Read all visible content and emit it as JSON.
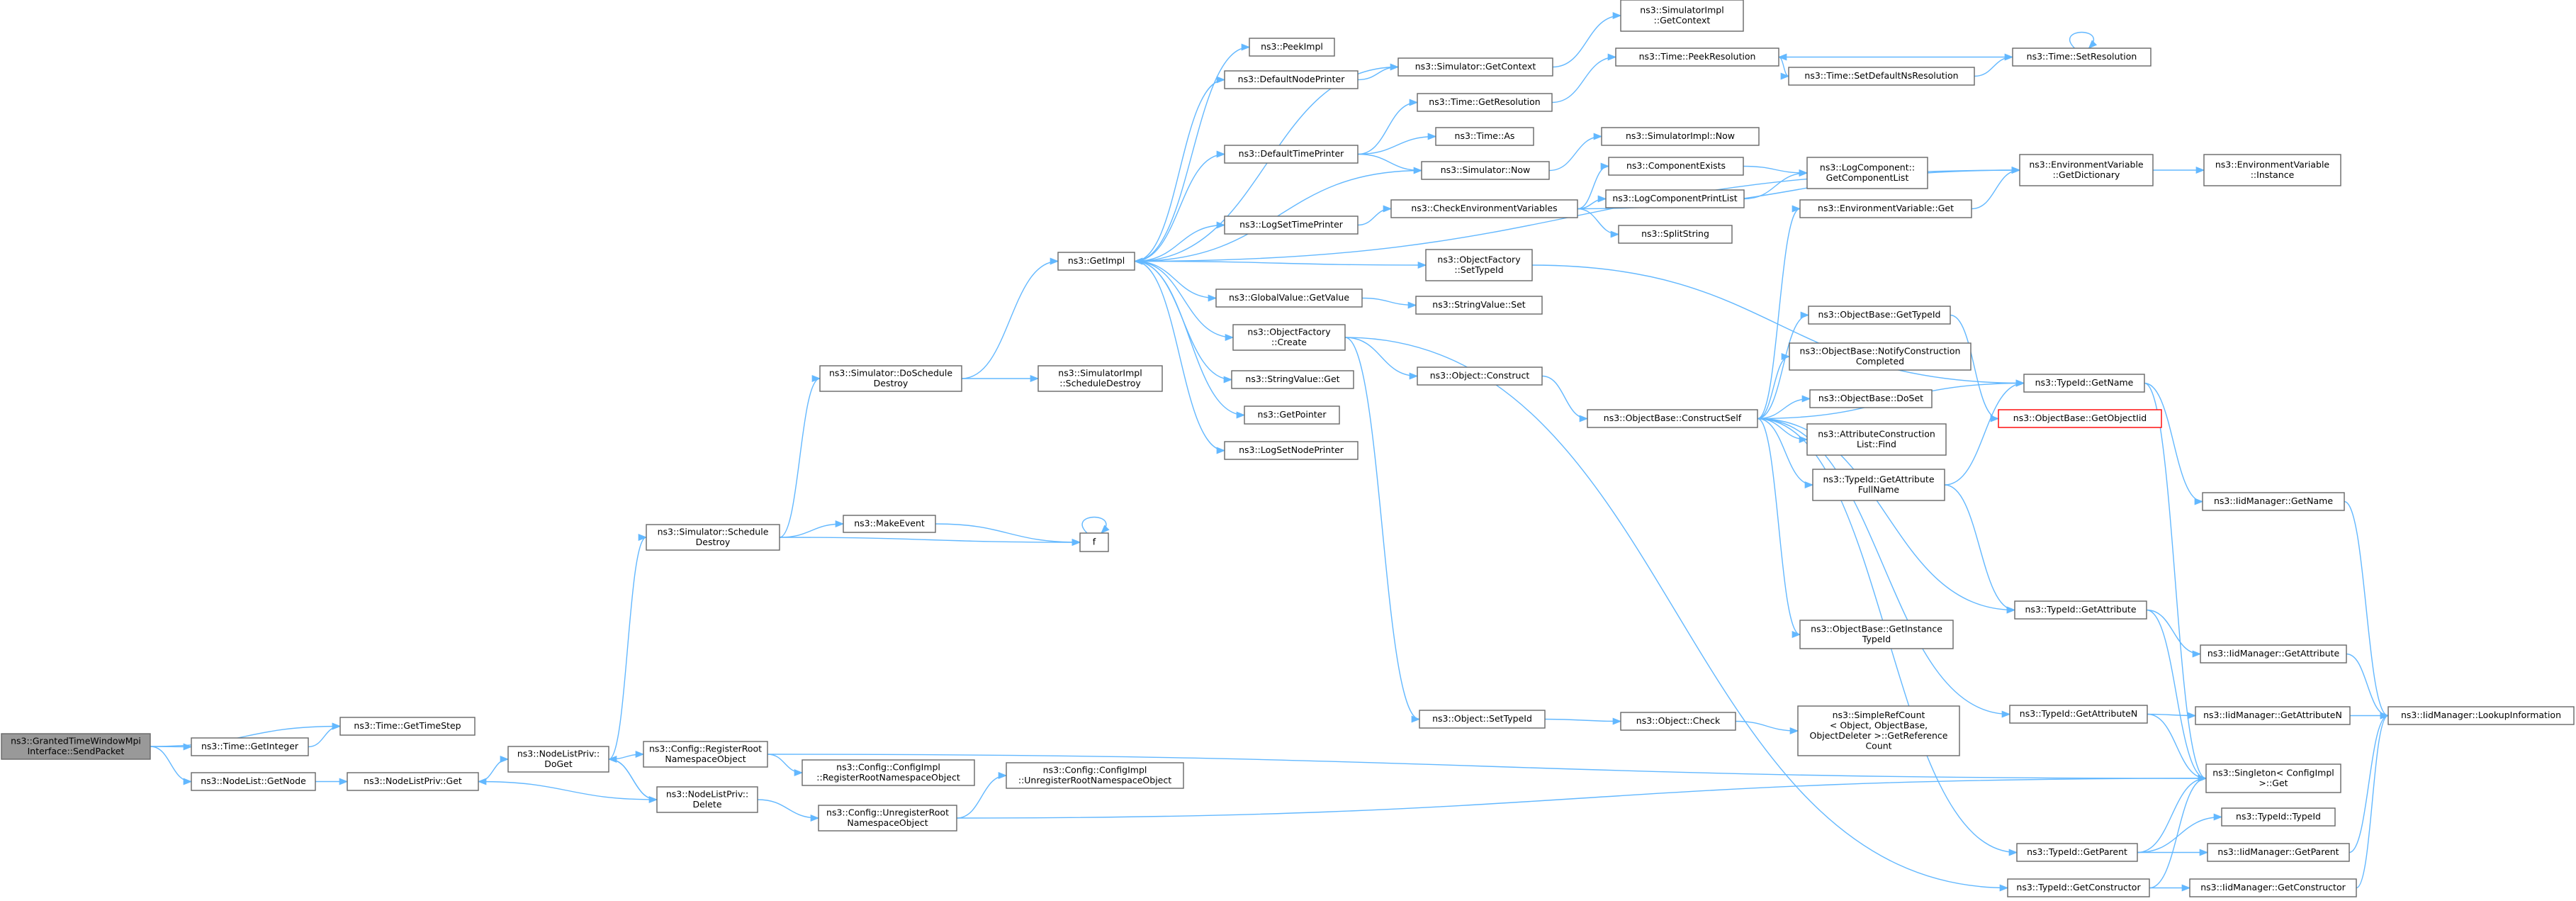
{
  "graph": {
    "edge_color": "#63b8ff",
    "node_border_color": "#666666",
    "root_fill_color": "#999999",
    "highlight_border_color": "#ff0000",
    "nodes": [
      {
        "id": "root",
        "lines": [
          "ns3::GrantedTimeWindowMpi",
          "Interface::SendPacket"
        ],
        "style": "root"
      },
      {
        "id": "time_getinteger",
        "lines": [
          "ns3::Time::GetInteger"
        ]
      },
      {
        "id": "time_gettimestep",
        "lines": [
          "ns3::Time::GetTimeStep"
        ]
      },
      {
        "id": "nodelist_getnode",
        "lines": [
          "ns3::NodeList::GetNode"
        ]
      },
      {
        "id": "nodelistpriv_get",
        "lines": [
          "ns3::NodeListPriv::Get"
        ]
      },
      {
        "id": "nodelistpriv_doget",
        "lines": [
          "ns3::NodeListPriv::",
          "DoGet"
        ]
      },
      {
        "id": "nodelistpriv_delete",
        "lines": [
          "ns3::NodeListPriv::",
          "Delete"
        ]
      },
      {
        "id": "simulator_scheduledestroy",
        "lines": [
          "ns3::Simulator::Schedule",
          "Destroy"
        ]
      },
      {
        "id": "config_registerroot",
        "lines": [
          "ns3::Config::RegisterRoot",
          "NamespaceObject"
        ]
      },
      {
        "id": "configimpl_registerroot",
        "lines": [
          "ns3::Config::ConfigImpl",
          "::RegisterRootNamespaceObject"
        ]
      },
      {
        "id": "config_unregisterroot",
        "lines": [
          "ns3::Config::UnregisterRoot",
          "NamespaceObject"
        ]
      },
      {
        "id": "configimpl_unregisterroot",
        "lines": [
          "ns3::Config::ConfigImpl",
          "::UnregisterRootNamespaceObject"
        ]
      },
      {
        "id": "simulator_doscheduledestroy",
        "lines": [
          "ns3::Simulator::DoSchedule",
          "Destroy"
        ]
      },
      {
        "id": "makeevent",
        "lines": [
          "ns3::MakeEvent"
        ]
      },
      {
        "id": "f",
        "lines": [
          "f"
        ]
      },
      {
        "id": "simimpl_scheduledestroy",
        "lines": [
          "ns3::SimulatorImpl",
          "::ScheduleDestroy"
        ]
      },
      {
        "id": "getimpl",
        "lines": [
          "ns3::GetImpl"
        ]
      },
      {
        "id": "peekimpl",
        "lines": [
          "ns3::PeekImpl"
        ]
      },
      {
        "id": "defaultnodeprinter",
        "lines": [
          "ns3::DefaultNodePrinter"
        ]
      },
      {
        "id": "defaulttimeprinter",
        "lines": [
          "ns3::DefaultTimePrinter"
        ]
      },
      {
        "id": "logsettimeprinter",
        "lines": [
          "ns3::LogSetTimePrinter"
        ]
      },
      {
        "id": "globalvalue_getvalue",
        "lines": [
          "ns3::GlobalValue::GetValue"
        ]
      },
      {
        "id": "objectfactory_create",
        "lines": [
          "ns3::ObjectFactory",
          "::Create"
        ]
      },
      {
        "id": "stringvalue_get",
        "lines": [
          "ns3::StringValue::Get"
        ]
      },
      {
        "id": "getpointer",
        "lines": [
          "ns3::GetPointer"
        ]
      },
      {
        "id": "logsetnodeprinter",
        "lines": [
          "ns3::LogSetNodePrinter"
        ]
      },
      {
        "id": "simulator_getcontext",
        "lines": [
          "ns3::Simulator::GetContext"
        ]
      },
      {
        "id": "simimpl_getcontext",
        "lines": [
          "ns3::SimulatorImpl",
          "::GetContext"
        ]
      },
      {
        "id": "time_getresolution",
        "lines": [
          "ns3::Time::GetResolution"
        ]
      },
      {
        "id": "time_as",
        "lines": [
          "ns3::Time::As"
        ]
      },
      {
        "id": "simulator_now",
        "lines": [
          "ns3::Simulator::Now"
        ]
      },
      {
        "id": "simimpl_now",
        "lines": [
          "ns3::SimulatorImpl::Now"
        ]
      },
      {
        "id": "time_peekresolution",
        "lines": [
          "ns3::Time::PeekResolution"
        ]
      },
      {
        "id": "time_setdefaultnsresolution",
        "lines": [
          "ns3::Time::SetDefaultNsResolution"
        ]
      },
      {
        "id": "time_setresolution",
        "lines": [
          "ns3::Time::SetResolution"
        ]
      },
      {
        "id": "checkenvvars",
        "lines": [
          "ns3::CheckEnvironmentVariables"
        ]
      },
      {
        "id": "componentexists",
        "lines": [
          "ns3::ComponentExists"
        ]
      },
      {
        "id": "logcomponentprintlist",
        "lines": [
          "ns3::LogComponentPrintList"
        ]
      },
      {
        "id": "splitstring",
        "lines": [
          "ns3::SplitString"
        ]
      },
      {
        "id": "logcomponent_getcomponentlist",
        "lines": [
          "ns3::LogComponent::",
          "GetComponentList"
        ]
      },
      {
        "id": "envvar_getdictionary",
        "lines": [
          "ns3::EnvironmentVariable",
          "::GetDictionary"
        ]
      },
      {
        "id": "envvar_instance",
        "lines": [
          "ns3::EnvironmentVariable",
          "::Instance"
        ]
      },
      {
        "id": "envvar_get",
        "lines": [
          "ns3::EnvironmentVariable::Get"
        ]
      },
      {
        "id": "objectfactory_settypeid",
        "lines": [
          "ns3::ObjectFactory",
          "::SetTypeId"
        ]
      },
      {
        "id": "stringvalue_set",
        "lines": [
          "ns3::StringValue::Set"
        ]
      },
      {
        "id": "object_construct",
        "lines": [
          "ns3::Object::Construct"
        ]
      },
      {
        "id": "objectbase_constructself",
        "lines": [
          "ns3::ObjectBase::ConstructSelf"
        ]
      },
      {
        "id": "objectbase_gettypeid",
        "lines": [
          "ns3::ObjectBase::GetTypeId"
        ]
      },
      {
        "id": "objectbase_notifyconstructioncompleted",
        "lines": [
          "ns3::ObjectBase::NotifyConstruction",
          "Completed"
        ]
      },
      {
        "id": "objectbase_doset",
        "lines": [
          "ns3::ObjectBase::DoSet"
        ]
      },
      {
        "id": "attributeconstructionlist_find",
        "lines": [
          "ns3::AttributeConstruction",
          "List::Find"
        ]
      },
      {
        "id": "typeid_getattributefullname",
        "lines": [
          "ns3::TypeId::GetAttribute",
          "FullName"
        ]
      },
      {
        "id": "objectbase_getinstancetypeid",
        "lines": [
          "ns3::ObjectBase::GetInstance",
          "TypeId"
        ]
      },
      {
        "id": "typeid_getname",
        "lines": [
          "ns3::TypeId::GetName"
        ]
      },
      {
        "id": "objectbase_getobjectiid",
        "lines": [
          "ns3::ObjectBase::GetObjectIid"
        ],
        "style": "red"
      },
      {
        "id": "iidmanager_getname",
        "lines": [
          "ns3::IidManager::GetName"
        ]
      },
      {
        "id": "typeid_getattribute",
        "lines": [
          "ns3::TypeId::GetAttribute"
        ]
      },
      {
        "id": "iidmanager_getattribute",
        "lines": [
          "ns3::IidManager::GetAttribute"
        ]
      },
      {
        "id": "typeid_getattributen",
        "lines": [
          "ns3::TypeId::GetAttributeN"
        ]
      },
      {
        "id": "iidmanager_getattributen",
        "lines": [
          "ns3::IidManager::GetAttributeN"
        ]
      },
      {
        "id": "iidmanager_lookupinformation",
        "lines": [
          "ns3::IidManager::LookupInformation"
        ]
      },
      {
        "id": "singleton_get",
        "lines": [
          "ns3::Singleton< ConfigImpl",
          " >::Get"
        ]
      },
      {
        "id": "object_settypeid",
        "lines": [
          "ns3::Object::SetTypeId"
        ]
      },
      {
        "id": "object_check",
        "lines": [
          "ns3::Object::Check"
        ]
      },
      {
        "id": "simplerefcount",
        "lines": [
          "ns3::SimpleRefCount",
          "< Object, ObjectBase,",
          "ObjectDeleter >::GetReference",
          "Count"
        ]
      },
      {
        "id": "typeid_typeid",
        "lines": [
          "ns3::TypeId::TypeId"
        ]
      },
      {
        "id": "typeid_getparent",
        "lines": [
          "ns3::TypeId::GetParent"
        ]
      },
      {
        "id": "iidmanager_getparent",
        "lines": [
          "ns3::IidManager::GetParent"
        ]
      },
      {
        "id": "typeid_getconstructor",
        "lines": [
          "ns3::TypeId::GetConstructor"
        ]
      },
      {
        "id": "iidmanager_getconstructor",
        "lines": [
          "ns3::IidManager::GetConstructor"
        ]
      }
    ],
    "edges": [
      [
        "root",
        "time_getinteger"
      ],
      [
        "root",
        "time_gettimestep"
      ],
      [
        "root",
        "nodelist_getnode"
      ],
      [
        "time_getinteger",
        "time_gettimestep"
      ],
      [
        "nodelist_getnode",
        "nodelistpriv_get"
      ],
      [
        "nodelistpriv_get",
        "nodelistpriv_doget"
      ],
      [
        "nodelistpriv_doget",
        "simulator_scheduledestroy"
      ],
      [
        "nodelistpriv_doget",
        "config_registerroot"
      ],
      [
        "nodelistpriv_doget",
        "nodelistpriv_delete"
      ],
      [
        "nodelistpriv_delete",
        "nodelistpriv_doget"
      ],
      [
        "nodelistpriv_delete",
        "nodelistpriv_get"
      ],
      [
        "nodelistpriv_delete",
        "config_unregisterroot"
      ],
      [
        "config_registerroot",
        "configimpl_registerroot"
      ],
      [
        "config_registerroot",
        "singleton_get"
      ],
      [
        "config_unregisterroot",
        "configimpl_unregisterroot"
      ],
      [
        "config_unregisterroot",
        "singleton_get"
      ],
      [
        "simulator_scheduledestroy",
        "simulator_doscheduledestroy"
      ],
      [
        "simulator_scheduledestroy",
        "makeevent"
      ],
      [
        "simulator_scheduledestroy",
        "f"
      ],
      [
        "makeevent",
        "f"
      ],
      [
        "f",
        "f"
      ],
      [
        "simulator_doscheduledestroy",
        "getimpl"
      ],
      [
        "simulator_doscheduledestroy",
        "simimpl_scheduledestroy"
      ],
      [
        "getimpl",
        "peekimpl"
      ],
      [
        "getimpl",
        "defaultnodeprinter"
      ],
      [
        "getimpl",
        "defaulttimeprinter"
      ],
      [
        "getimpl",
        "logsettimeprinter"
      ],
      [
        "getimpl",
        "objectfactory_settypeid"
      ],
      [
        "getimpl",
        "globalvalue_getvalue"
      ],
      [
        "getimpl",
        "objectfactory_create"
      ],
      [
        "getimpl",
        "stringvalue_get"
      ],
      [
        "getimpl",
        "getpointer"
      ],
      [
        "getimpl",
        "logsetnodeprinter"
      ],
      [
        "getimpl",
        "envvar_getdictionary"
      ],
      [
        "defaultnodeprinter",
        "simulator_getcontext"
      ],
      [
        "defaulttimeprinter",
        "time_getresolution"
      ],
      [
        "defaulttimeprinter",
        "time_as"
      ],
      [
        "defaulttimeprinter",
        "simulator_now"
      ],
      [
        "simulator_getcontext",
        "simimpl_getcontext"
      ],
      [
        "simulator_getcontext",
        "getimpl"
      ],
      [
        "simulator_now",
        "simimpl_now"
      ],
      [
        "simulator_now",
        "getimpl"
      ],
      [
        "time_getresolution",
        "time_peekresolution"
      ],
      [
        "time_peekresolution",
        "time_setdefaultnsresolution"
      ],
      [
        "time_setdefaultnsresolution",
        "time_setresolution"
      ],
      [
        "time_setresolution",
        "time_peekresolution"
      ],
      [
        "time_setresolution",
        "time_setresolution"
      ],
      [
        "logsettimeprinter",
        "checkenvvars"
      ],
      [
        "checkenvvars",
        "componentexists"
      ],
      [
        "checkenvvars",
        "logcomponentprintlist"
      ],
      [
        "checkenvvars",
        "splitstring"
      ],
      [
        "checkenvvars",
        "envvar_getdictionary"
      ],
      [
        "componentexists",
        "logcomponent_getcomponentlist"
      ],
      [
        "logcomponentprintlist",
        "logcomponent_getcomponentlist"
      ],
      [
        "envvar_getdictionary",
        "envvar_instance"
      ],
      [
        "globalvalue_getvalue",
        "stringvalue_set"
      ],
      [
        "objectfactory_create",
        "object_construct"
      ],
      [
        "objectfactory_create",
        "object_settypeid"
      ],
      [
        "objectfactory_create",
        "typeid_getconstructor"
      ],
      [
        "objectfactory_settypeid",
        "typeid_getname"
      ],
      [
        "object_construct",
        "objectbase_constructself"
      ],
      [
        "objectbase_constructself",
        "envvar_get"
      ],
      [
        "objectbase_constructself",
        "objectbase_gettypeid"
      ],
      [
        "objectbase_constructself",
        "objectbase_notifyconstructioncompleted"
      ],
      [
        "objectbase_constructself",
        "objectbase_doset"
      ],
      [
        "objectbase_constructself",
        "attributeconstructionlist_find"
      ],
      [
        "objectbase_constructself",
        "typeid_getattributefullname"
      ],
      [
        "objectbase_constructself",
        "objectbase_getinstancetypeid"
      ],
      [
        "objectbase_constructself",
        "typeid_getname"
      ],
      [
        "objectbase_constructself",
        "typeid_getattribute"
      ],
      [
        "objectbase_constructself",
        "typeid_getattributen"
      ],
      [
        "objectbase_constructself",
        "typeid_getparent"
      ],
      [
        "envvar_get",
        "envvar_getdictionary"
      ],
      [
        "objectbase_gettypeid",
        "objectbase_getobjectiid"
      ],
      [
        "typeid_getattributefullname",
        "typeid_getname"
      ],
      [
        "typeid_getattributefullname",
        "typeid_getattribute"
      ],
      [
        "typeid_getname",
        "iidmanager_getname"
      ],
      [
        "typeid_getname",
        "singleton_get"
      ],
      [
        "iidmanager_getname",
        "iidmanager_lookupinformation"
      ],
      [
        "typeid_getattribute",
        "iidmanager_getattribute"
      ],
      [
        "typeid_getattribute",
        "singleton_get"
      ],
      [
        "iidmanager_getattribute",
        "iidmanager_lookupinformation"
      ],
      [
        "typeid_getattributen",
        "iidmanager_getattributen"
      ],
      [
        "typeid_getattributen",
        "singleton_get"
      ],
      [
        "iidmanager_getattributen",
        "iidmanager_lookupinformation"
      ],
      [
        "object_settypeid",
        "object_check"
      ],
      [
        "object_check",
        "simplerefcount"
      ],
      [
        "typeid_getparent",
        "iidmanager_getparent"
      ],
      [
        "typeid_getparent",
        "singleton_get"
      ],
      [
        "typeid_getparent",
        "typeid_typeid"
      ],
      [
        "iidmanager_getparent",
        "iidmanager_lookupinformation"
      ],
      [
        "typeid_getconstructor",
        "iidmanager_getconstructor"
      ],
      [
        "typeid_getconstructor",
        "singleton_get"
      ],
      [
        "iidmanager_getconstructor",
        "iidmanager_lookupinformation"
      ]
    ]
  }
}
